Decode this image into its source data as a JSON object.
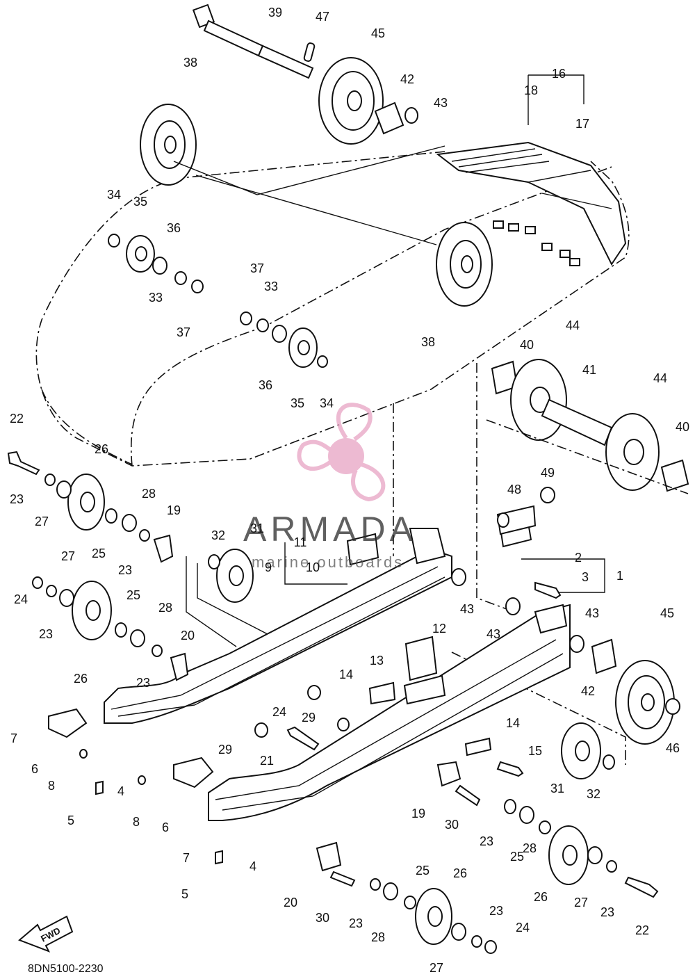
{
  "diagram": {
    "drawing_code": "8DN5100-2230",
    "direction_label": "FWD",
    "watermark": {
      "brand": "ARMADA",
      "tagline": "marine outboards",
      "logo_color": "#e8a3c4",
      "text_color": "#2b2b2b"
    },
    "callouts": [
      "1",
      "2",
      "3",
      "4",
      "5",
      "6",
      "7",
      "8",
      "9",
      "10",
      "11",
      "12",
      "13",
      "14",
      "15",
      "16",
      "17",
      "18",
      "19",
      "20",
      "21",
      "22",
      "23",
      "24",
      "25",
      "26",
      "27",
      "28",
      "29",
      "30",
      "31",
      "32",
      "33",
      "34",
      "35",
      "36",
      "37",
      "38",
      "39",
      "40",
      "41",
      "42",
      "43",
      "44",
      "45",
      "46",
      "47",
      "48",
      "49"
    ]
  }
}
